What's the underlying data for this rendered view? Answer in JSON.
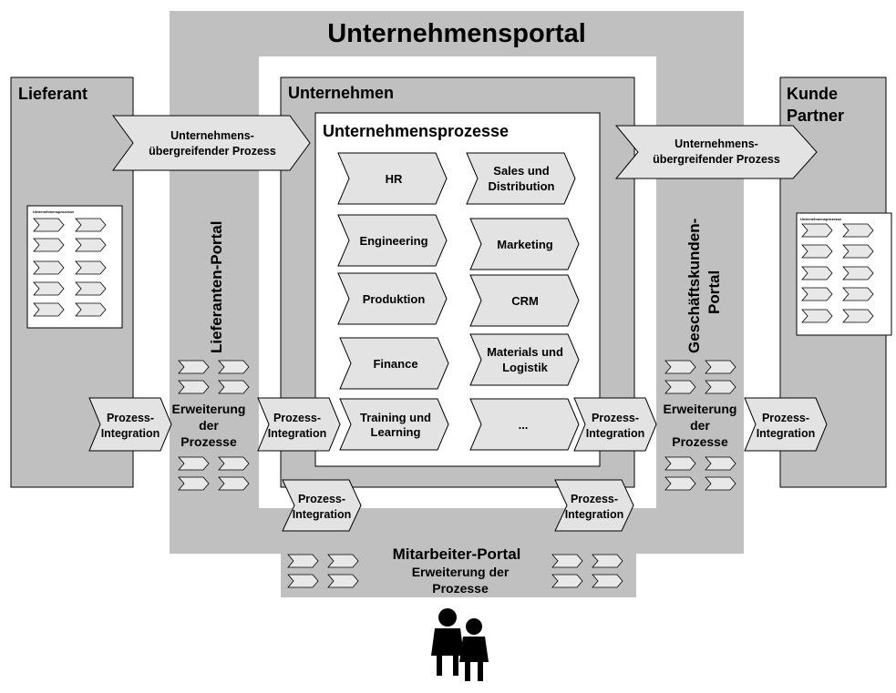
{
  "portal_title": "Unternehmensportal",
  "left_org": {
    "title": "Lieferant",
    "mini_doc_title": "Unternehmensprozesse"
  },
  "right_org": {
    "title_line1": "Kunde",
    "title_line2": "Partner",
    "mini_doc_title": "Unternehmensprozesse"
  },
  "enterprise": {
    "title": "Unternehmen",
    "processes_title": "Unternehmensprozesse"
  },
  "cross_process": {
    "line1": "Unternehmens-",
    "line2": "übergreifender Prozess"
  },
  "process_integration": {
    "line1": "Prozess-",
    "line2": "Integration"
  },
  "extension": {
    "line1": "Erweiterung",
    "line2": "der",
    "line3": "Prozesse"
  },
  "bottom_extension": {
    "line1": "Erweiterung der",
    "line2": "Prozesse"
  },
  "portals": {
    "supplier": "Lieferanten-Portal",
    "customer_line1": "Geschäftskunden-",
    "customer_line2": "Portal",
    "employee": "Mitarbeiter-Portal"
  },
  "processes": {
    "hr": "HR",
    "sales_line1": "Sales und",
    "sales_line2": "Distribution",
    "engineering": "Engineering",
    "marketing": "Marketing",
    "produktion": "Produktion",
    "crm": "CRM",
    "finance": "Finance",
    "materials_line1": "Materials und",
    "materials_line2": "Logistik",
    "training_line1": "Training und",
    "training_line2": "Learning",
    "more": "..."
  },
  "colors": {
    "panel": "#c0c0c0",
    "chevron": "#e3e3e3",
    "stroke": "#000000",
    "page": "#ffffff"
  }
}
